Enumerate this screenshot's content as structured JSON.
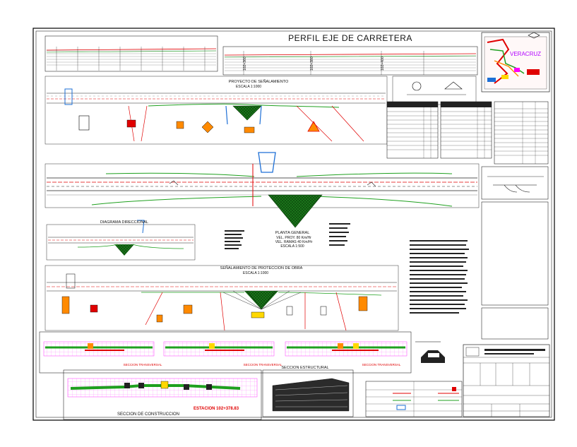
{
  "drawing": {
    "title": "PERFIL EJE DE CARRETERA",
    "location_map_label": "VERACRUZ",
    "plan_signage_title": "PROYECTO DE SEÑALAMIENTO",
    "plan_signage_scale": "ESCALA 1:1000",
    "central_plan_title": "PLANTA GENERAL",
    "central_plan_line2": "VEL. PROY. 80 Km/Hr",
    "central_plan_line3": "VEL. RAMAS 40 Km/Hr",
    "central_plan_scale": "ESCALA 1:500",
    "directional_diagram": "DIAGRAMA DIRECCIONAL",
    "protection_title": "SEÑALAMIENTO DE PROTECCION DE OBRA",
    "protection_scale": "ESCALA 1:1000",
    "construction_section": "SECCION DE CONSTRUCCION",
    "station_label": "ESTACION 102+378.83",
    "structural_section": "SECCION ESTRUCTURAL",
    "section_a": "SECCION TRANSVERSAL",
    "section_b": "SECCION TRANSVERSAL",
    "section_c": "SECCION TRANSVERSAL",
    "profile_station_1": "102+360",
    "profile_station_2": "102+380",
    "profile_station_3": "102+400"
  },
  "colors": {
    "road_line": "#222222",
    "ramp": "#1fa01f",
    "hatch": "#1a7a1a",
    "accent_red": "#e00000",
    "magenta": "#ff00ff",
    "blue": "#1d6fd6",
    "yellow": "#ffd800",
    "orange": "#ff8a00"
  }
}
